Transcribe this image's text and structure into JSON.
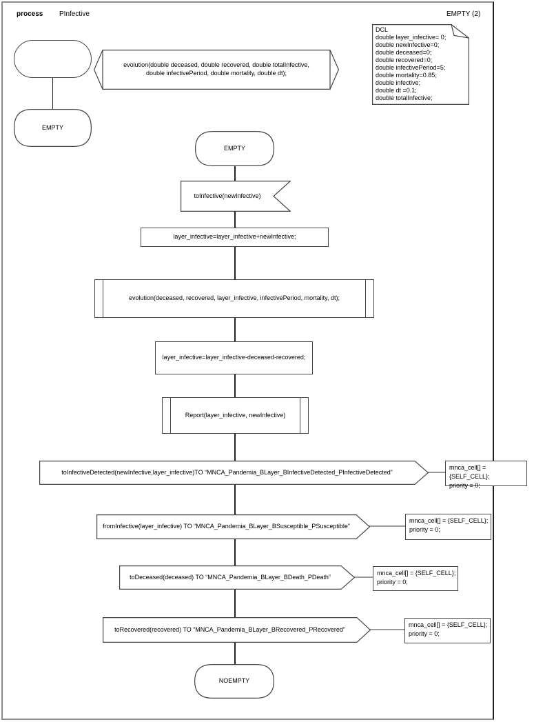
{
  "header": {
    "kind_label": "process",
    "process_name": "PInfective",
    "state_counter": "EMPTY (2)"
  },
  "dcl": {
    "text": "DCL\ndouble layer_infective= 0;\ndouble newInfective=0;\ndouble deceased=0;\ndouble recovered=0;\ndouble infectivePeriod=5;\ndouble mortality=0.85;\ndouble infective;\ndouble dt =0.1;\ndouble totalInfective;"
  },
  "nodes": {
    "state_empty_left": {
      "label": "EMPTY"
    },
    "proc_decl_evolution": {
      "label": "evolution(double deceased, double recovered, double totalInfective,\ndouble infectivePeriod, double mortality, double dt);"
    },
    "state_empty": {
      "label": "EMPTY"
    },
    "input_toinfective": {
      "label": "toInfective(newInfective)"
    },
    "task_add": {
      "label": "layer_infective=layer_infective+newInfective;"
    },
    "call_evolution": {
      "label": "evolution(deceased, recovered, layer_infective, infectivePeriod, mortality, dt);"
    },
    "task_sub": {
      "label": "layer_infective=layer_infective-deceased-recovered;"
    },
    "call_report": {
      "label": "Report(layer_infective, newInfective)"
    },
    "output_toinfectivedetected": {
      "label": "toInfectiveDetected(newInfective,layer_infective)TO “MNCA_Pandemia_BLayer_BInfectiveDetected_PInfectiveDetected”"
    },
    "output_frominfective": {
      "label": "fromInfective(layer_infective) TO “MNCA_Pandemia_BLayer_BSusceptible_PSusceptible”"
    },
    "output_todeceased": {
      "label": "toDeceased(deceased) TO “MNCA_Pandemia_BLayer_BDeath_PDeath”"
    },
    "output_torecovered": {
      "label": "toRecovered(recovered) TO “MNCA_Pandemia_BLayer_BRecovered_PRecovered”"
    },
    "state_noempty": {
      "label": "NOEMPTY"
    }
  },
  "comments": [
    {
      "text": "mnca_cell[] = {SELF_CELL};\npriority = 0;"
    },
    {
      "text": "mnca_cell[] = {SELF_CELL};\npriority = 0;"
    },
    {
      "text": "mnca_cell[] = {SELF_CELL};\npriority = 0;"
    },
    {
      "text": "mnca_cell[] = {SELF_CELL};\npriority = 0;"
    }
  ]
}
